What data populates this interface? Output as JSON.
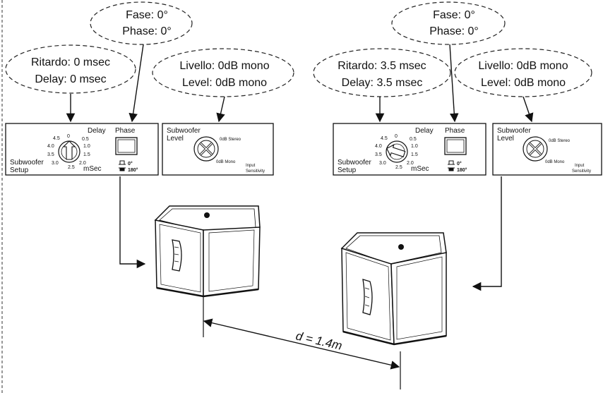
{
  "left": {
    "bubble_phase": {
      "line1": "Fase: 0°",
      "line2": "Phase: 0°"
    },
    "bubble_delay": {
      "line1": "Ritardo: 0 msec",
      "line2": "Delay: 0 msec"
    },
    "bubble_level": {
      "line1": "Livello: 0dB mono",
      "line2": "Level: 0dB mono"
    },
    "panel": {
      "delay_title": "Delay",
      "setup_line1": "Subwoofer",
      "setup_line2": "Setup",
      "unit": "mSec",
      "ticks": [
        "0",
        "0.5",
        "1.0",
        "1.5",
        "2.0",
        "2.5",
        "3.0",
        "3.5",
        "4.0",
        "4.5"
      ],
      "phase_title": "Phase",
      "phase_0": "0°",
      "phase_180": "180°",
      "sub_level_line1": "Subwoofer",
      "sub_level_line2": "Level",
      "stereo": "0dB Stereo",
      "mono": "0dB Mono",
      "input_line1": "Input",
      "input_line2": "Sensitivity"
    }
  },
  "right": {
    "bubble_phase": {
      "line1": "Fase: 0°",
      "line2": "Phase: 0°"
    },
    "bubble_delay": {
      "line1": "Ritardo: 3.5 msec",
      "line2": "Delay: 3.5 msec"
    },
    "bubble_level": {
      "line1": "Livello: 0dB mono",
      "line2": "Level: 0dB mono"
    },
    "panel": {
      "delay_title": "Delay",
      "setup_line1": "Subwoofer",
      "setup_line2": "Setup",
      "unit": "mSec",
      "ticks": [
        "0",
        "0.5",
        "1.0",
        "1.5",
        "2.0",
        "2.5",
        "3.0",
        "3.5",
        "4.0",
        "4.5"
      ],
      "phase_title": "Phase",
      "phase_0": "0°",
      "phase_180": "180°",
      "sub_level_line1": "Subwoofer",
      "sub_level_line2": "Level",
      "stereo": "0dB Stereo",
      "mono": "0dB Mono",
      "input_line1": "Input",
      "input_line2": "Sensitivity"
    }
  },
  "distance_label": "d = 1.4m"
}
